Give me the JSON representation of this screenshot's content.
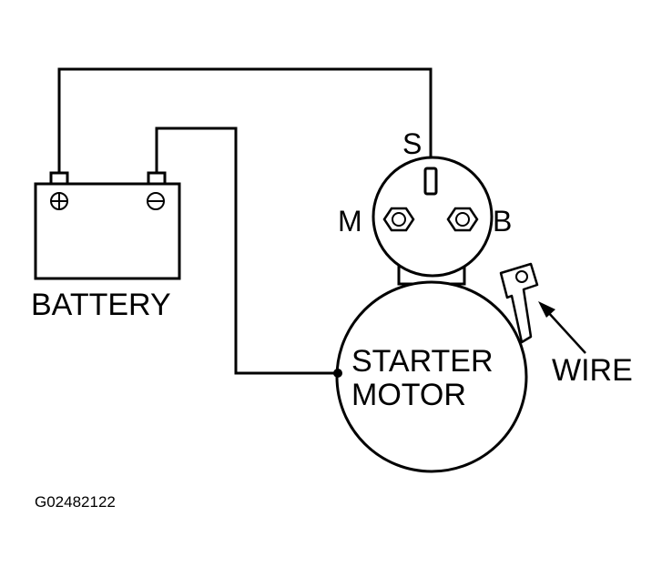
{
  "battery": {
    "label": "BATTERY",
    "positive_symbol": "⊕",
    "negative_symbol": "⊖"
  },
  "solenoid": {
    "terminal_s": "S",
    "terminal_m": "M",
    "terminal_b": "B"
  },
  "motor": {
    "label_line1": "STARTER",
    "label_line2": "MOTOR"
  },
  "callout": {
    "label": "WIRE"
  },
  "figure_id": "G02482122"
}
